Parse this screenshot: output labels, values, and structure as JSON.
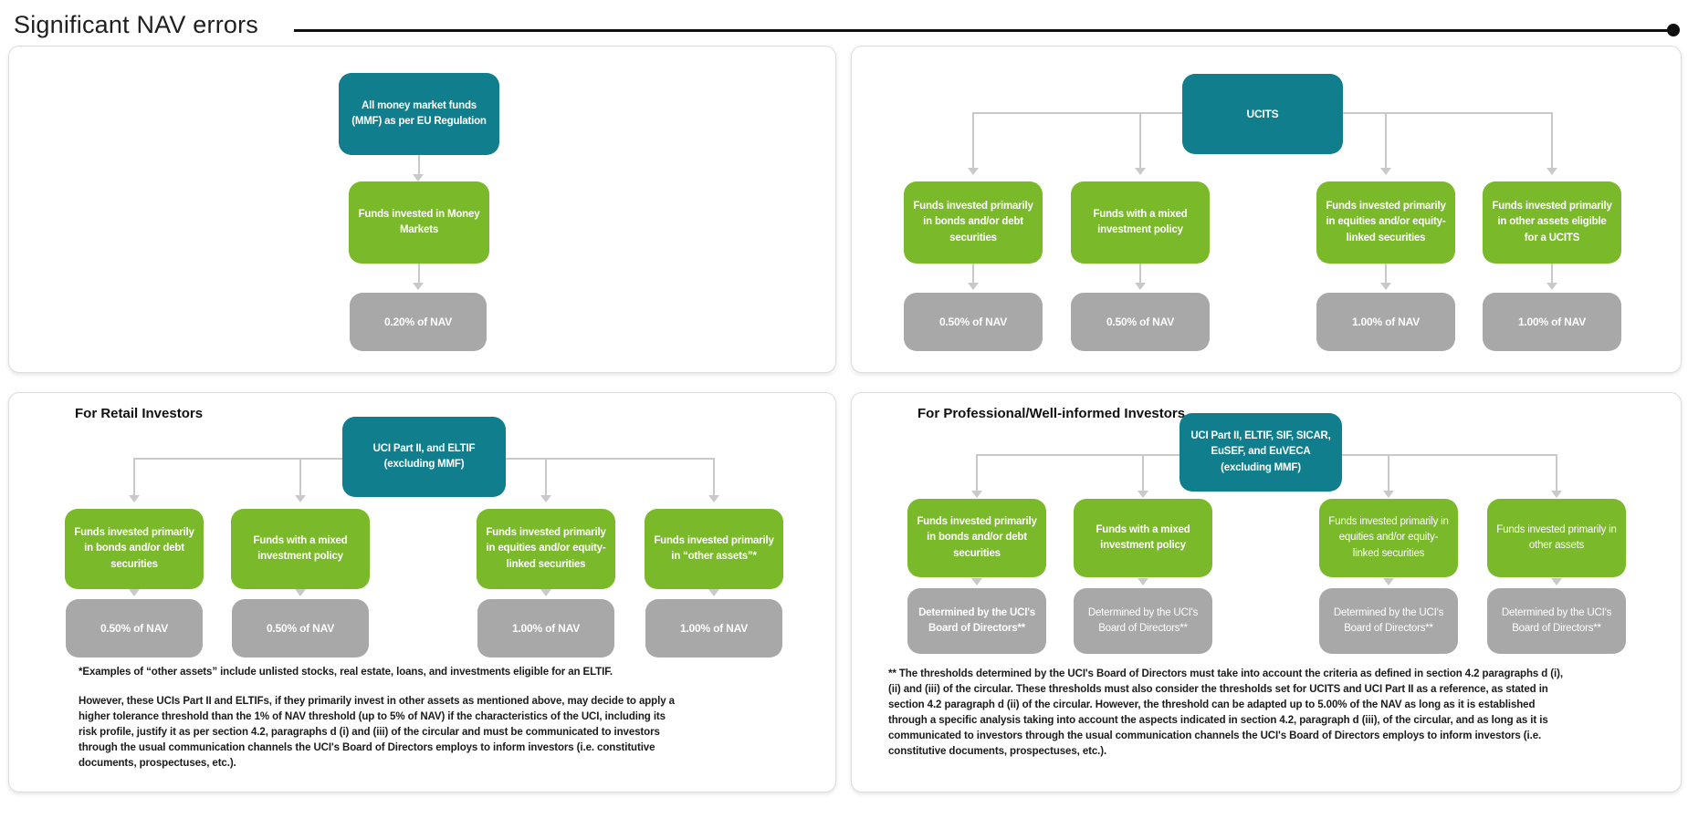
{
  "title": "Significant NAV errors",
  "colors": {
    "teal": "#107E8D",
    "green": "#7AB92A",
    "gray_box": "#A8A8A8",
    "connector": "#C9C9C9",
    "rule": "#101010"
  },
  "panel_mmf": {
    "root": "All money market funds (MMF) as per EU Regulation",
    "middle": "Funds invested in Money Markets",
    "leaf": "0.20% of NAV"
  },
  "panel_ucits": {
    "root": "UCITS",
    "children": [
      {
        "label": "Funds invested primarily in bonds and/or debt securities",
        "value": "0.50% of NAV"
      },
      {
        "label": "Funds with a mixed investment policy",
        "value": "0.50% of NAV"
      },
      {
        "label": "Funds invested primarily in equities and/or equity-linked securities",
        "value": "1.00% of NAV"
      },
      {
        "label": "Funds invested primarily in other assets eligible for a UCITS",
        "value": "1.00% of NAV"
      }
    ]
  },
  "panel_retail": {
    "header": "For Retail Investors",
    "root": "UCI Part II, and ELTIF (excluding MMF)",
    "children": [
      {
        "label": "Funds invested primarily in bonds and/or debt securities",
        "value": "0.50% of NAV"
      },
      {
        "label": "Funds with a mixed investment policy",
        "value": "0.50% of NAV"
      },
      {
        "label": "Funds invested primarily in equities and/or equity-linked securities",
        "value": "1.00% of NAV"
      },
      {
        "label": "Funds invested primarily in “other assets”*",
        "value": "1.00% of NAV"
      }
    ],
    "footnote1": "*Examples of “other assets” include unlisted stocks, real estate, loans, and investments eligible for an ELTIF.",
    "footnote2": "However, these UCIs Part II and ELTIFs, if they primarily invest in other assets as mentioned above, may decide to apply a higher tolerance threshold than the 1% of NAV threshold (up to 5% of NAV) if the characteristics of the UCI, including its risk profile, justify it as per section 4.2, paragraphs d (i) and (iii) of the circular and must be communicated to investors through the usual communication channels the UCI's Board of Directors employs to inform investors (i.e. constitutive documents, prospectuses, etc.)."
  },
  "panel_professional": {
    "header": "For Professional/Well-informed Investors",
    "root": "UCI Part II, ELTIF, SIF, SICAR, EuSEF, and EuVECA (excluding MMF)",
    "children": [
      {
        "label": "Funds invested primarily in bonds and/or debt securities",
        "value": "Determined by the UCI's Board of Directors**"
      },
      {
        "label": "Funds with a mixed investment policy",
        "value": "Determined by the UCI's Board of Directors**"
      },
      {
        "label": "Funds invested primarily in equities and/or equity-linked securities",
        "value": "Determined by the UCI's Board of Directors**"
      },
      {
        "label": "Funds invested primarily in other assets",
        "value": "Determined by the UCI's Board of Directors**"
      }
    ],
    "footnote": "** The thresholds determined by the UCI's Board of Directors must take into account the criteria as defined in section 4.2 paragraphs d (i), (ii) and (iii) of the circular. These thresholds must also consider the thresholds set for UCITS and UCI Part II as a reference, as stated in section 4.2 paragraph d (ii) of the circular. However, the threshold can be adapted up to 5.00% of the NAV as long as it is established through a specific analysis taking into account the aspects indicated in section 4.2, paragraph d (iii), of the circular, and as long as it is communicated to investors through the usual communication channels the UCI's Board of Directors employs to inform investors (i.e. constitutive documents, prospectuses, etc.)."
  }
}
